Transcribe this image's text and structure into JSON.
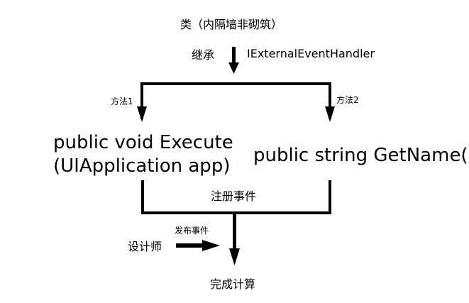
{
  "class_label": "类（内隔墙非砌筑）",
  "inherit_label": "继承",
  "interface_label": "IExternalEventHandler",
  "method1_label": "方法1",
  "method2_label": "方法2",
  "method1_line1": "public void Execute",
  "method1_line2": "(UIApplication app)",
  "method2_text": "public string GetName()",
  "register_label": "注册事件",
  "designer_label": "设计师",
  "publish_label": "发布事件",
  "finish_label": "完成计算",
  "colors": {
    "ink": "#000000",
    "background": "#ffffff"
  }
}
